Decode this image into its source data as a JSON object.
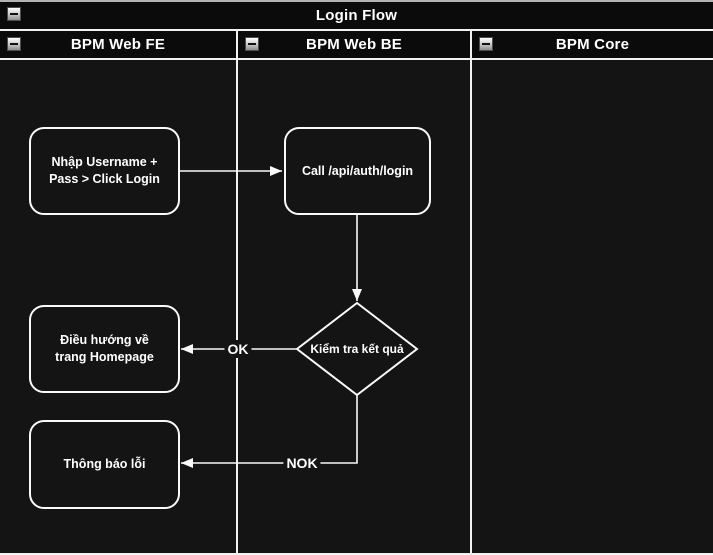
{
  "pool": {
    "title": "Login Flow",
    "collapse_icon": "minus",
    "lanes": [
      {
        "label": "BPM Web FE",
        "collapse_icon": "minus"
      },
      {
        "label": "BPM Web BE",
        "collapse_icon": "minus"
      },
      {
        "label": "BPM Core",
        "collapse_icon": "minus"
      }
    ]
  },
  "flow": {
    "nodes": [
      {
        "id": "enter-credentials",
        "shape": "rounded-rect",
        "lane": "BPM Web FE",
        "label": "Nhập Username + Pass > Click Login"
      },
      {
        "id": "call-login-api",
        "shape": "rounded-rect",
        "lane": "BPM Web BE",
        "label": "Call /api/auth/login"
      },
      {
        "id": "check-result",
        "shape": "diamond",
        "lane": "BPM Web BE",
        "label": "Kiểm tra kết quả"
      },
      {
        "id": "navigate-homepage",
        "shape": "rounded-rect",
        "lane": "BPM Web FE",
        "label": "Điều hướng về trang Homepage"
      },
      {
        "id": "error-message",
        "shape": "rounded-rect",
        "lane": "BPM Web FE",
        "label": "Thông báo lỗi"
      }
    ],
    "edges": [
      {
        "from": "enter-credentials",
        "to": "call-login-api",
        "label": ""
      },
      {
        "from": "call-login-api",
        "to": "check-result",
        "label": ""
      },
      {
        "from": "check-result",
        "to": "navigate-homepage",
        "label": "OK"
      },
      {
        "from": "check-result",
        "to": "error-message",
        "label": "NOK"
      }
    ]
  },
  "colors": {
    "canvas_background": "#141414",
    "header_background": "#0b0b0b",
    "line": "#f2f2f2",
    "text": "#ffffff",
    "top_edge": "#b3b3b3"
  }
}
